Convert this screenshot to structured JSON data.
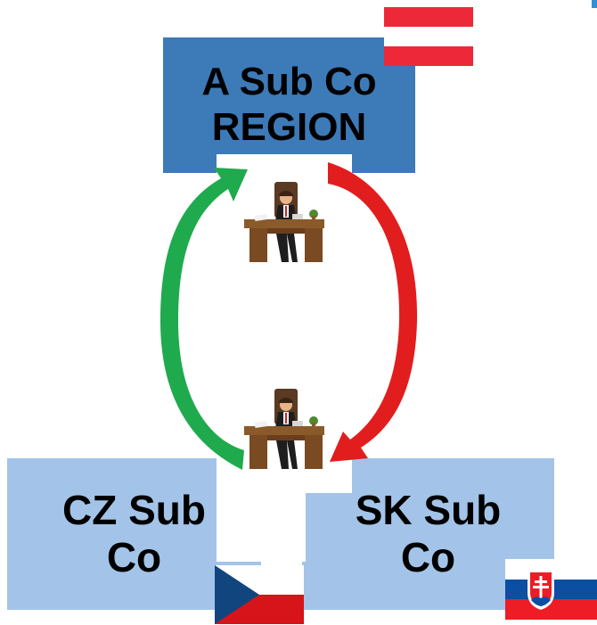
{
  "diagram": {
    "top_box": {
      "line1": "A Sub Co",
      "line2": "REGION"
    },
    "left_box": {
      "line1": "CZ Sub",
      "line2": "Co"
    },
    "right_box": {
      "line1": "SK Sub",
      "line2": "Co"
    }
  },
  "flags": {
    "top": "austria-flag",
    "left": "czech-flag",
    "right": "slovakia-flag"
  },
  "people": [
    "businessman-at-desk-icon",
    "businessman-at-desk-icon"
  ],
  "arrows": {
    "up_left": {
      "color": "#1faa4e",
      "direction": "up"
    },
    "down_right": {
      "color": "#e21d1d",
      "direction": "down"
    }
  },
  "colors": {
    "region_box": "#3d7ab8",
    "sub_box": "#a3c4e8"
  }
}
